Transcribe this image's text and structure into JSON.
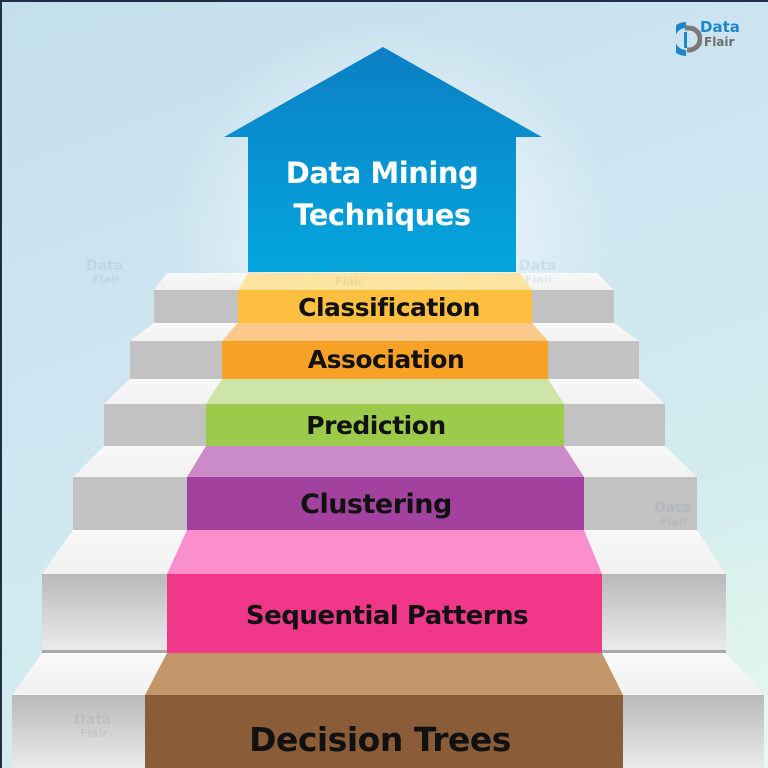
{
  "diagram": {
    "title_line1": "Data Mining",
    "title_line2": "Techniques",
    "steps": [
      {
        "label": "Classification",
        "color_front": "#fdbf3f",
        "color_top": "#fde5a1"
      },
      {
        "label": "Association",
        "color_front": "#f8a127",
        "color_top": "#fbc98a"
      },
      {
        "label": "Prediction",
        "color_front": "#9ccb4c",
        "color_top": "#cde6a8"
      },
      {
        "label": "Clustering",
        "color_front": "#a2429e",
        "color_top": "#cb8bc8"
      },
      {
        "label": "Sequential Patterns",
        "color_front": "#f0378a",
        "color_top": "#fb8fcc"
      },
      {
        "label": "Decision Trees",
        "color_front": "#8a5c37",
        "color_top": "#c3966a"
      }
    ],
    "house_color_top": "#0b7fc4",
    "house_color_bottom": "#04a6de"
  },
  "brand": {
    "logo_line1": "Data",
    "logo_line2": "Flair",
    "logo_icon": "dataflair-logo-icon",
    "primary_color": "#1d87c9",
    "secondary_color": "#6b6b6b"
  },
  "watermark": {
    "line1": "Data",
    "line2": "Flair"
  }
}
